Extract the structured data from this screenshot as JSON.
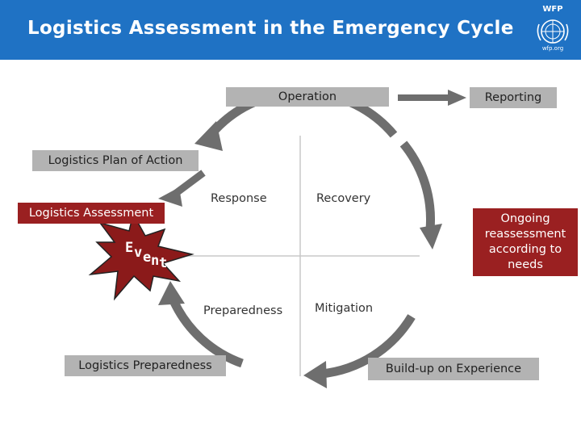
{
  "header": {
    "title": "Logistics Assessment in the Emergency Cycle",
    "logo_top": "WFP",
    "logo_bottom": "wfp.org"
  },
  "colors": {
    "header_bg": "#1f72c4",
    "box_gray": "#b3b3b3",
    "box_red": "#9a2021",
    "arrow_gray": "#6e6e6e",
    "starburst": "#8b1a1a"
  },
  "diagram": {
    "labels": {
      "operation": "Operation",
      "reporting": "Reporting",
      "plan_of_action": "Logistics Plan of Action",
      "assessment": "Logistics Assessment",
      "ongoing": [
        "Ongoing",
        "reassessment",
        "according to",
        "needs"
      ],
      "preparedness_box": "Logistics Preparedness",
      "build_up": "Build-up on Experience",
      "event_letters": [
        "E",
        "v",
        "e",
        "n",
        "t"
      ]
    },
    "quadrants": {
      "response": "Response",
      "recovery": "Recovery",
      "preparedness": "Preparedness",
      "mitigation": "Mitigation"
    }
  }
}
